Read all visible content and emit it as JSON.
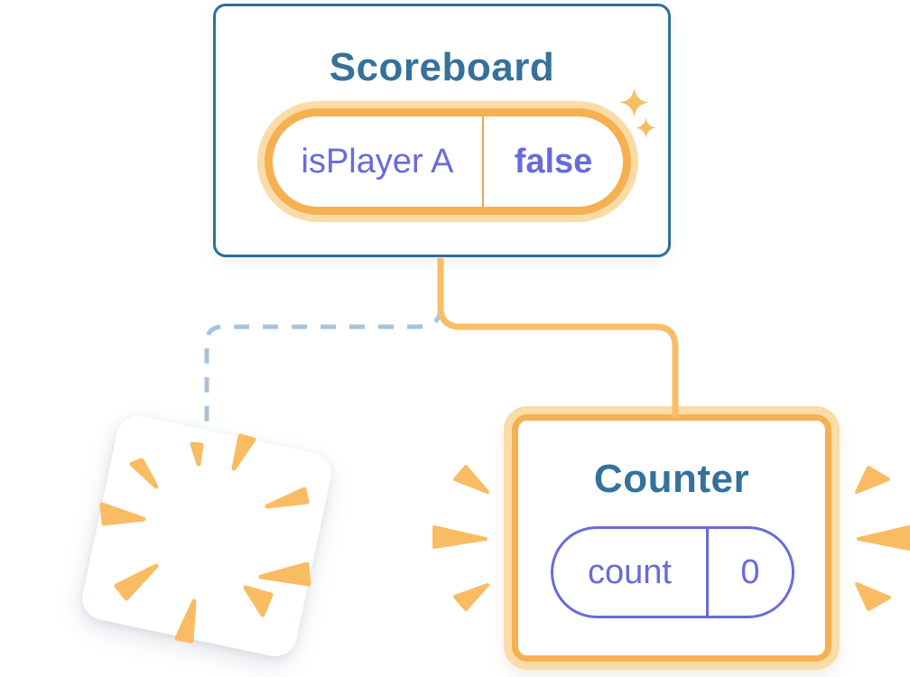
{
  "diagram": {
    "description": "Component state preservation diagram",
    "scoreboard": {
      "title": "Scoreboard",
      "pill": {
        "label": "isPlayer A",
        "value": "false"
      }
    },
    "counter": {
      "title": "Counter",
      "pill": {
        "label": "count",
        "value": "0"
      }
    },
    "icons": [
      "sparkle-large-icon",
      "sparkle-small-icon",
      "poof-burst-icon",
      "emphasis-sparks-left-icon",
      "emphasis-sparks-right-icon"
    ],
    "connectors": {
      "kept_state": "solid-orange",
      "destroyed_state": "dashed-blue"
    }
  },
  "colors": {
    "background": "#FFFFFF",
    "card-border-blue": "#2D6F9E",
    "title-teal": "#35719C",
    "state-purple": "#676BDB",
    "orange": "#F6B052",
    "orange-light": "#FBDCA7",
    "orange-connector": "#FABD66",
    "orange-spark": "#F9BC63",
    "dash-blue": "#A6C4DB",
    "divider-orange": "#EFA74E"
  }
}
